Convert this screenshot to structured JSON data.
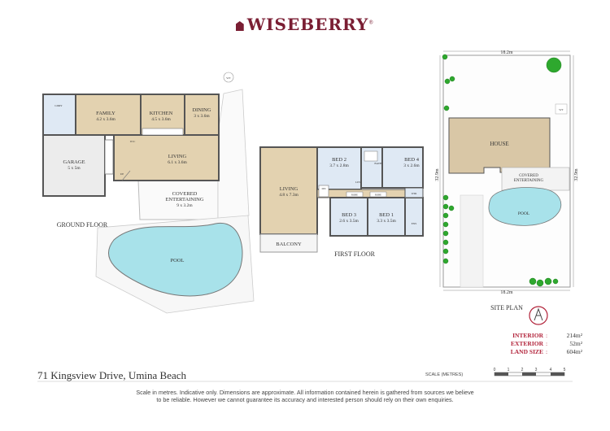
{
  "brand": {
    "name": "WISEBERRY",
    "reg": "®"
  },
  "floors": {
    "ground": "GROUND FLOOR",
    "first": "FIRST FLOOR",
    "site": "SITE PLAN"
  },
  "rooms": {
    "family": {
      "name": "FAMILY",
      "dim": "4.2 x 3.6m"
    },
    "kitchen": {
      "name": "KITCHEN",
      "dim": "4.5 x 3.6m"
    },
    "dining": {
      "name": "DINING",
      "dim": "3 x 3.6m"
    },
    "living_ground": {
      "name": "LIVING",
      "dim": "6.1 x 3.6m"
    },
    "garage": {
      "name": "GARAGE",
      "dim": "5 x 5m"
    },
    "covered_ground": {
      "name": "COVERED",
      "name2": "ENTERTAINING",
      "dim": "9 x 3.2m"
    },
    "pool_ground": {
      "name": "POOL"
    },
    "living_first": {
      "name": "LIVING",
      "dim": "4.8 x 7.3m"
    },
    "bed2": {
      "name": "BED 2",
      "dim": "3.7 x 2.8m"
    },
    "bed4": {
      "name": "BED 4",
      "dim": "3 x 2.6m"
    },
    "bed3": {
      "name": "BED 3",
      "dim": "2.6 x 3.5m"
    },
    "bed1": {
      "name": "BED 1",
      "dim": "3.3 x 3.5m"
    },
    "balcony": {
      "name": "BALCONY"
    },
    "bath": "BATH",
    "laundry": "LDRY",
    "wir": "WIR",
    "ens": "ENS",
    "robe": "ROBE",
    "wic": "W/C",
    "linen": "LIN",
    "dn": "DN",
    "up": "UP",
    "wt": "WT"
  },
  "site": {
    "house": "HOUSE",
    "covered": "COVERED",
    "covered2": "ENTERTAINING",
    "pool": "POOL",
    "width_top": "18.2m",
    "width_bottom": "18.2m",
    "depth_left": "32.9m",
    "depth_right": "32.9m",
    "wt": "WT"
  },
  "areas": [
    {
      "label": "INTERIOR",
      "value": "214m²"
    },
    {
      "label": "EXTERIOR",
      "value": "52m²"
    },
    {
      "label": "LAND SIZE",
      "value": "604m²"
    }
  ],
  "address": "71 Kingsview Drive, Umina Beach",
  "scale": {
    "title": "SCALE (METRES)",
    "ticks": [
      "0",
      "1",
      "2",
      "3",
      "4",
      "5"
    ]
  },
  "disclaimer": {
    "line1": "Scale in metres. Indicative only. Dimensions are approximate. All information contained herein is gathered from sources we believe",
    "line2": "to be reliable. However we cannot guarantee its accuracy and interested person should rely on their own enquiries."
  },
  "colors": {
    "brand": "#7a1e33",
    "wood": "#e3d2b0",
    "tile": "#dfe9f4",
    "garage": "#ececec",
    "pool": "#a8e2ea",
    "house_site": "#d9c7a6",
    "grass": "#2ea82e",
    "wall": "#555555",
    "accent_red": "#b2243b"
  }
}
